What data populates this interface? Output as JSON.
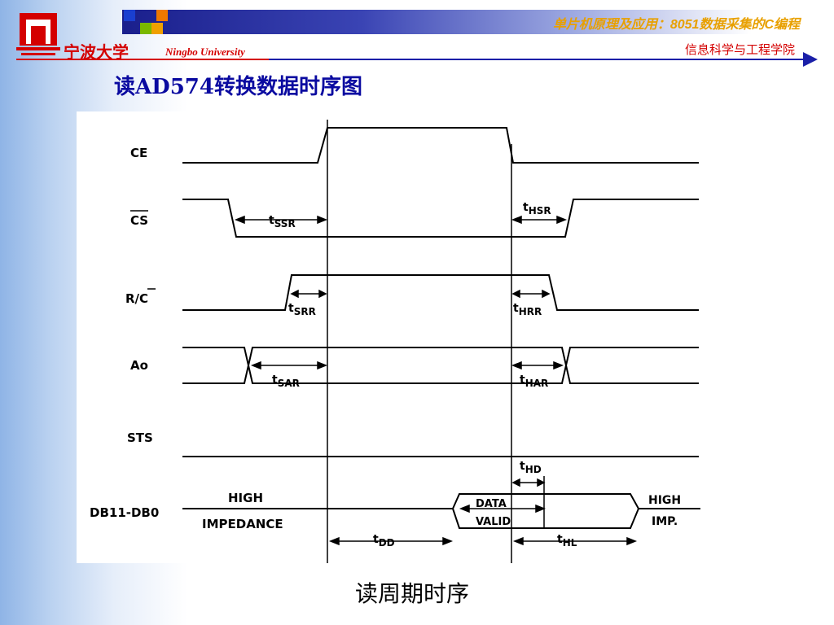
{
  "header": {
    "university_cn": "宁波大学",
    "university_en": "Ningbo University",
    "course_title": "单片机原理及应用：8051数据采集的C编程",
    "college": "信息科学与工程学院",
    "colors": {
      "brand_red": "#d40000",
      "brand_blue": "#1a1fa8",
      "course_orange": "#e8a000"
    },
    "decor_squares": [
      "#1a3fd0",
      "#f07800",
      "#7ab800",
      "#f0a000"
    ]
  },
  "slide": {
    "title": "读AD574转换数据时序图",
    "caption": "读周期时序"
  },
  "timing_diagram": {
    "signals": [
      "CE",
      "CS",
      "R/C",
      "Ao",
      "STS",
      "DB11-DB0"
    ],
    "bus_labels": {
      "high_impedance_1": "HIGH",
      "high_impedance_2": "IMPEDANCE",
      "data_valid_1": "DATA",
      "data_valid_2": "VALID",
      "high_imp_1": "HIGH",
      "high_imp_2": "IMP."
    },
    "timing_params": {
      "tssr": {
        "t": "t",
        "sub": "SSR"
      },
      "thsr": {
        "t": "t",
        "sub": "HSR"
      },
      "tsrr": {
        "t": "t",
        "sub": "SRR"
      },
      "thrr": {
        "t": "t",
        "sub": "HRR"
      },
      "tsar": {
        "t": "t",
        "sub": "SAR"
      },
      "thar": {
        "t": "t",
        "sub": "HAR"
      },
      "thd": {
        "t": "t",
        "sub": "HD"
      },
      "tdd": {
        "t": "t",
        "sub": "DD"
      },
      "thl": {
        "t": "t",
        "sub": "HL"
      }
    }
  }
}
